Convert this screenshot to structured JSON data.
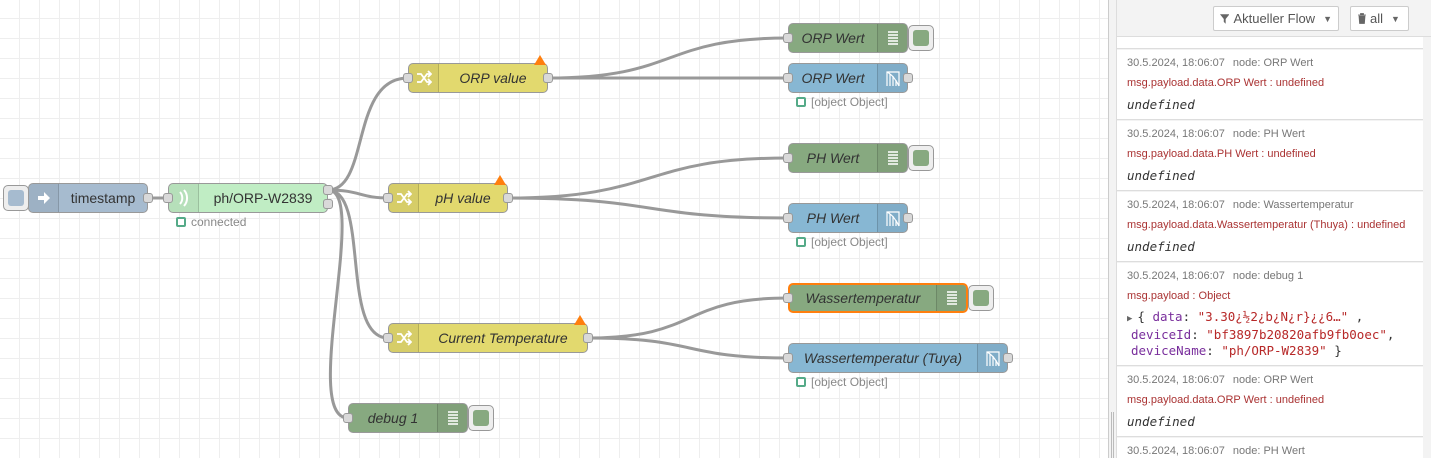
{
  "flow": {
    "inject": {
      "label": "timestamp"
    },
    "mqtt": {
      "label": "ph/ORP-W2839",
      "status": "connected"
    },
    "changes": [
      {
        "label": "ORP value"
      },
      {
        "label": "pH value"
      },
      {
        "label": "Current Temperature"
      }
    ],
    "debugs": [
      {
        "label": "ORP Wert"
      },
      {
        "label": "PH Wert"
      },
      {
        "label": "Wassertemperatur"
      },
      {
        "label": "debug 1"
      }
    ],
    "tuya": [
      {
        "label": "ORP Wert",
        "status": "[object Object]"
      },
      {
        "label": "PH Wert",
        "status": "[object Object]"
      },
      {
        "label": "Wassertemperatur (Tuya)",
        "status": "[object Object]"
      }
    ],
    "colors": {
      "inject": "#a6bbcf",
      "mqtt": "#d8bfd8",
      "mqtt_in": "#c0deed",
      "change": "#e2d96e",
      "debug": "#87a980",
      "tuya": "#87b7d3",
      "selected": "#ff7f0e"
    }
  },
  "sidebar": {
    "filter_label": "Aktueller Flow",
    "clear_label": "all",
    "messages": [
      {
        "time": "30.5.2024, 18:06:07",
        "node": "node: ORP Wert",
        "topic": "msg.payload.data.ORP Wert : undefined",
        "payload": "undefined"
      },
      {
        "time": "30.5.2024, 18:06:07",
        "node": "node: PH Wert",
        "topic": "msg.payload.data.PH Wert : undefined",
        "payload": "undefined"
      },
      {
        "time": "30.5.2024, 18:06:07",
        "node": "node: Wassertemperatur",
        "topic": "msg.payload.data.Wassertemperatur (Thuya) : undefined",
        "payload": "undefined"
      },
      {
        "time": "30.5.2024, 18:06:07",
        "node": "node: debug 1",
        "topic": "msg.payload : Object",
        "object": {
          "data_key": "data",
          "data_val": "\"3.30¿½2¿b¿N¿r}¿¿6…\"",
          "id_key": "deviceId",
          "id_val": "\"bf3897b20820afb9fb0oec\"",
          "name_key": "deviceName",
          "name_val": "\"ph/ORP-W2839\""
        }
      },
      {
        "time": "30.5.2024, 18:06:07",
        "node": "node: ORP Wert",
        "topic": "msg.payload.data.ORP Wert : undefined",
        "payload": "undefined"
      },
      {
        "time": "30.5.2024, 18:06:07",
        "node": "node: PH Wert"
      }
    ]
  }
}
